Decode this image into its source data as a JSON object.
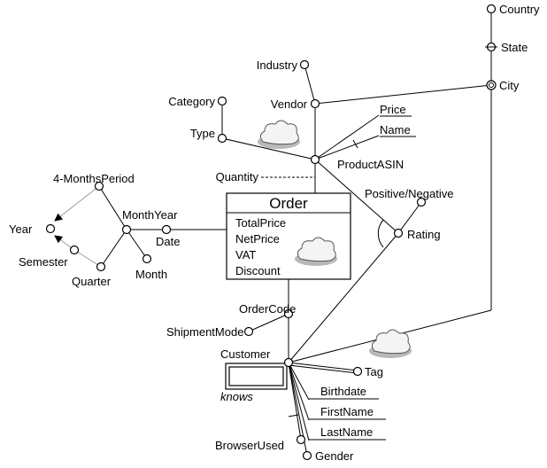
{
  "fact": {
    "name": "Order",
    "measures": [
      "TotalPrice",
      "NetPrice",
      "VAT",
      "Discount"
    ]
  },
  "degenerate": {
    "quantity": "Quantity"
  },
  "product": {
    "root": "ProductASIN",
    "price": "Price",
    "name": "Name",
    "type": "Type",
    "category": "Category",
    "vendor": "Vendor",
    "industry": "Industry"
  },
  "geo": {
    "city": "City",
    "state": "State",
    "country": "Country"
  },
  "rating": {
    "root": "Rating",
    "polarity": "Positive/Negative"
  },
  "date": {
    "root": "Date",
    "month_year": "MonthYear",
    "month": "Month",
    "quarter": "Quarter",
    "semester": "Semester",
    "year": "Year",
    "four_months": "4-MonthsPeriod"
  },
  "order_code": {
    "root": "OrderCode",
    "shipment": "ShipmentMode"
  },
  "customer": {
    "root": "Customer",
    "knows": "knows",
    "tag": "Tag",
    "birthdate": "Birthdate",
    "first_name": "FirstName",
    "last_name": "LastName",
    "gender": "Gender",
    "browser": "BrowserUsed"
  }
}
